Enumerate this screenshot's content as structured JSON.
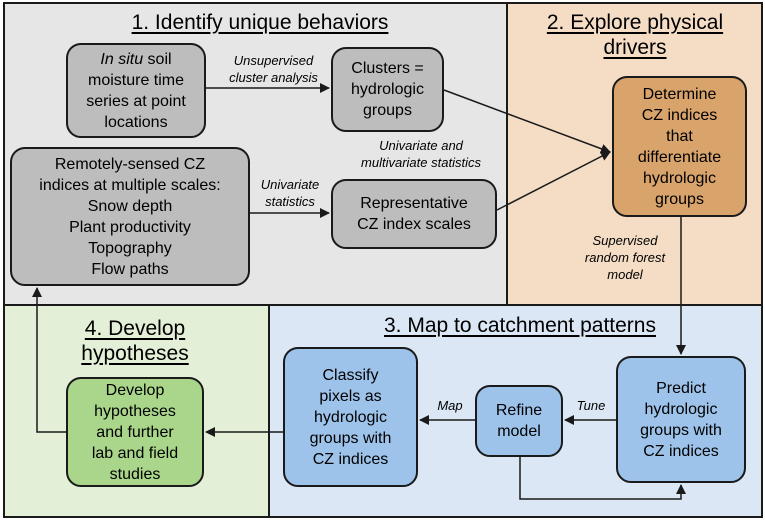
{
  "panels": {
    "p1": {
      "title": "1. Identify unique behaviors",
      "fill": "#e6e6e6"
    },
    "p2": {
      "title_lines": [
        "2. Explore physical",
        "drivers"
      ],
      "fill": "#f4dcc5"
    },
    "p3": {
      "title": "3. Map to catchment patterns",
      "fill": "#dbe7f4"
    },
    "p4": {
      "title_lines": [
        "4. Develop",
        "hypotheses"
      ],
      "fill": "#e3efd6"
    }
  },
  "nodes": {
    "insitu": {
      "lines": [
        "In situ soil",
        "moisture time",
        "series at point",
        "locations"
      ],
      "italic_prefix": "In situ",
      "fill": "#bdbdbd"
    },
    "clusters": {
      "lines": [
        "Clusters =",
        "hydrologic",
        "groups"
      ],
      "fill": "#bdbdbd"
    },
    "remote": {
      "lines": [
        "Remotely-sensed CZ",
        "indices at multiple scales:",
        "Snow depth",
        "Plant productivity",
        "Topography",
        "Flow paths"
      ],
      "fill": "#bdbdbd"
    },
    "representative": {
      "lines": [
        "Representative",
        "CZ index scales"
      ],
      "fill": "#bdbdbd"
    },
    "determine": {
      "lines": [
        "Determine",
        "CZ indices",
        "that",
        "differentiate",
        "hydrologic",
        "groups"
      ],
      "fill": "#d9a36c"
    },
    "predict": {
      "lines": [
        "Predict",
        "hydrologic",
        "groups with",
        "CZ indices"
      ],
      "fill": "#9ec3ea"
    },
    "refine": {
      "lines": [
        "Refine",
        "model"
      ],
      "fill": "#9ec3ea"
    },
    "classify": {
      "lines": [
        "Classify",
        "pixels as",
        "hydrologic",
        "groups with",
        "CZ indices"
      ],
      "fill": "#9ec3ea"
    },
    "develop": {
      "lines": [
        "Develop",
        "hypotheses",
        "and further",
        "lab and field",
        "studies"
      ],
      "fill": "#a9d68a"
    }
  },
  "edge_labels": {
    "unsupervised": [
      "Unsupervised",
      "cluster analysis"
    ],
    "univariate_multi": [
      "Univariate and",
      "multivariate statistics"
    ],
    "univariate": [
      "Univariate",
      "statistics"
    ],
    "supervised": [
      "Supervised",
      "random forest",
      "model"
    ],
    "tune": [
      "Tune"
    ],
    "map": [
      "Map"
    ]
  }
}
